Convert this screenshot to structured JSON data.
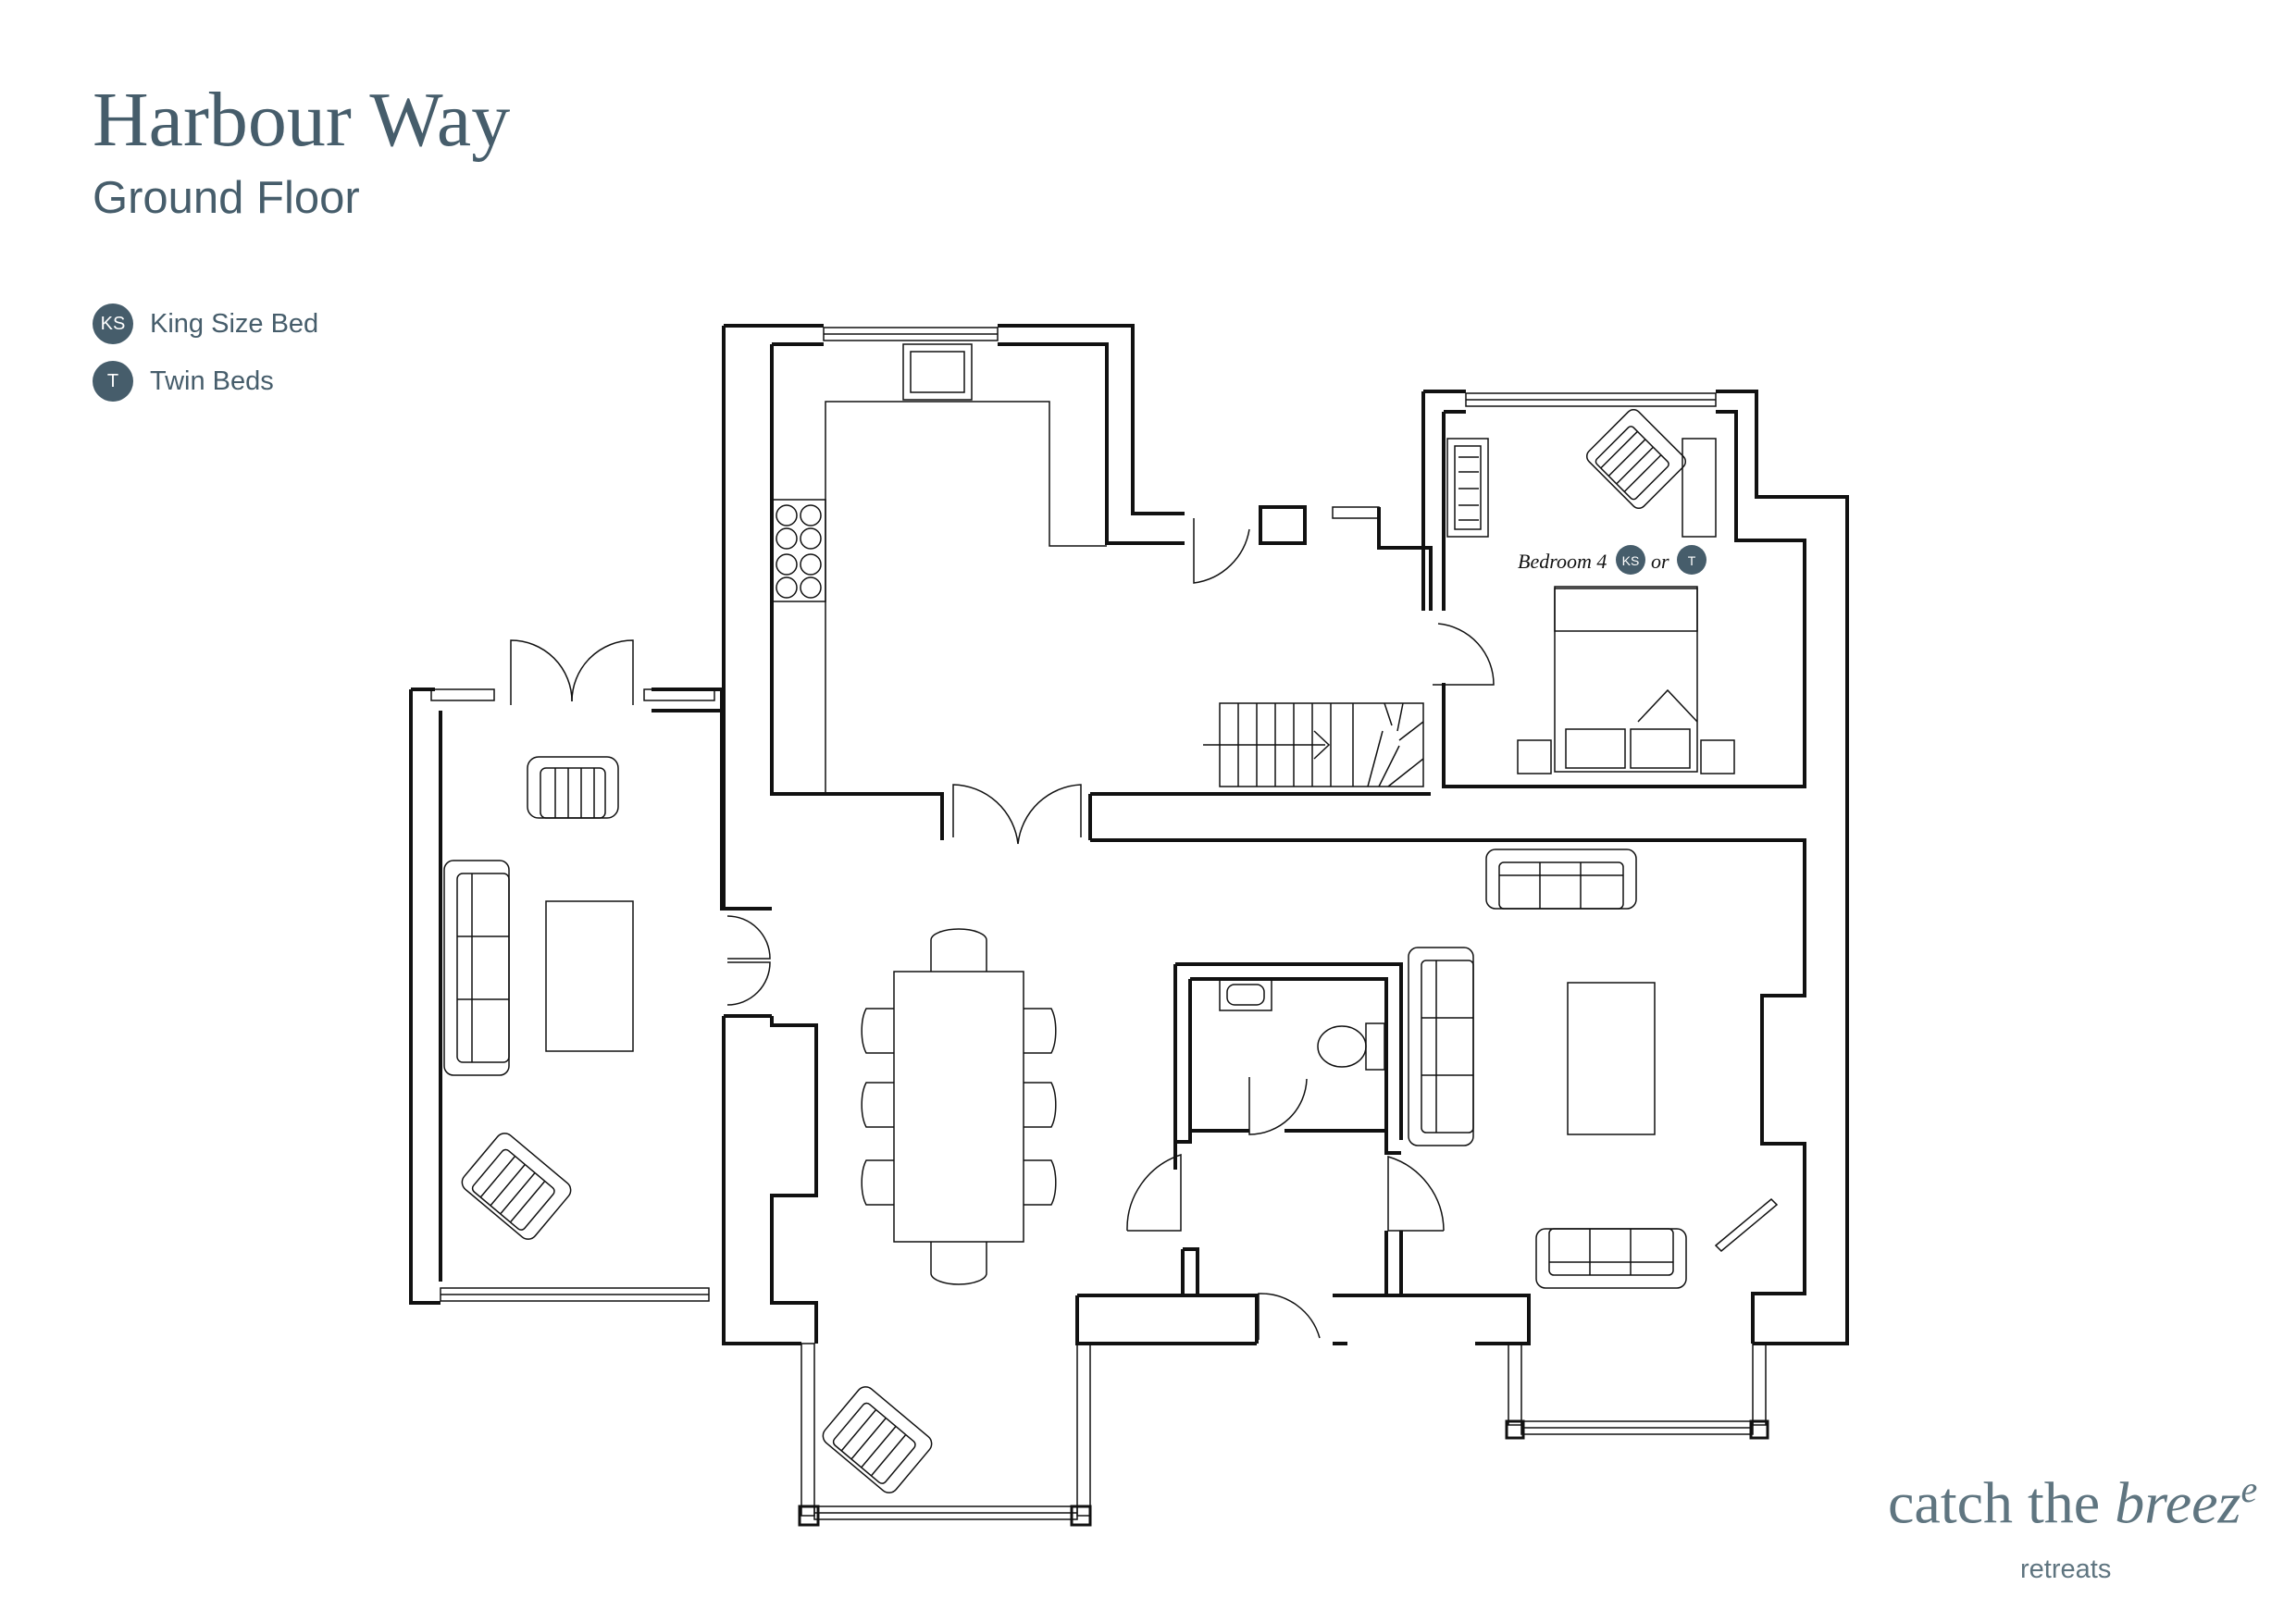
{
  "header": {
    "title": "Harbour Way",
    "subtitle": "Ground Floor"
  },
  "legend": [
    {
      "code": "KS",
      "label": "King Size Bed"
    },
    {
      "code": "T",
      "label": "Twin Beds"
    }
  ],
  "rooms": {
    "bedroom4": {
      "name": "Bedroom 4",
      "badge_ks": "KS",
      "joiner": "or",
      "badge_t": "T"
    }
  },
  "brand": {
    "prefix": "catch the ",
    "accent": "breez",
    "accent_end": "e",
    "tagline": "retreats"
  },
  "colors": {
    "text": "#465d6b",
    "brand": "#5f7580",
    "line": "#111111"
  }
}
